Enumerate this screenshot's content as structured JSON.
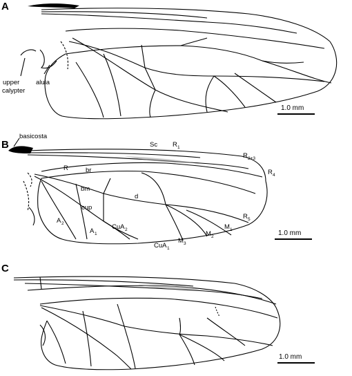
{
  "figure": {
    "panels": [
      {
        "label": "A",
        "annotations": {
          "upper_calypter_line1": "upper",
          "upper_calypter_line2": "calypter",
          "alula": "alula"
        },
        "scale_bar": "1.0 mm"
      },
      {
        "label": "B",
        "annotations": {
          "basicosta": "basicosta"
        },
        "veins": {
          "Sc": "Sc",
          "R1": "R",
          "R1_sub": "1",
          "R23": "R",
          "R23_sub": "2+3",
          "R4": "R",
          "R4_sub": "4",
          "R5": "R",
          "R5_sub": "5",
          "R": "R",
          "M1": "M",
          "M1_sub": "1",
          "M2": "M",
          "M2_sub": "2",
          "M3": "M",
          "M3_sub": "3",
          "CuA1": "CuA",
          "CuA1_sub": "1"
        },
        "cells": {
          "br": "br",
          "bm": "bm",
          "d": "d",
          "cup": "cup",
          "A2": "A",
          "A2_sub": "2",
          "A1": "A",
          "A1_sub": "1",
          "CuA2": "CuA",
          "CuA2_sub": "2"
        },
        "scale_bar": "1.0 mm"
      },
      {
        "label": "C",
        "scale_bar": "1.0 mm"
      }
    ]
  }
}
